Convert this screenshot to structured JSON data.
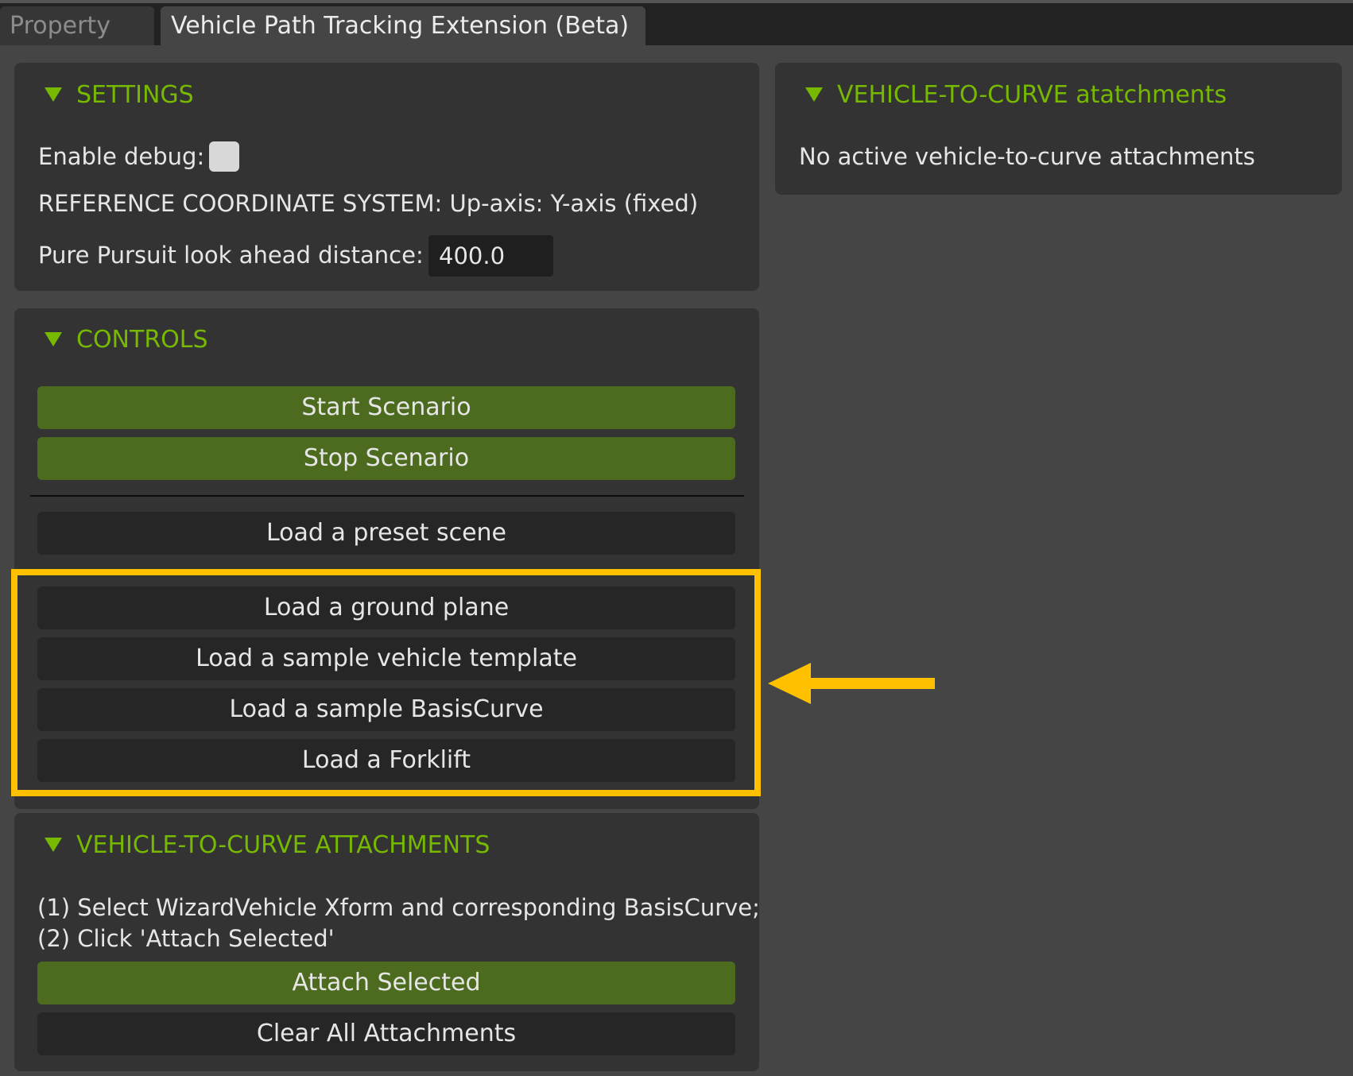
{
  "tabs": {
    "property": "Property",
    "vehicle_path": "Vehicle Path Tracking Extension (Beta)"
  },
  "settings": {
    "title": "SETTINGS",
    "enable_debug_label": "Enable debug:",
    "enable_debug_checked": false,
    "ref_coord_text": "REFERENCE COORDINATE SYSTEM: Up-axis: Y-axis (fixed)",
    "lookahead_label": "Pure Pursuit look ahead distance:",
    "lookahead_value": "400.0"
  },
  "controls": {
    "title": "CONTROLS",
    "start_label": "Start Scenario",
    "stop_label": "Stop Scenario",
    "preset_label": "Load a preset scene",
    "ground_plane_label": "Load a ground plane",
    "vehicle_template_label": "Load a sample vehicle template",
    "basis_curve_label": "Load a sample BasisCurve",
    "forklift_label": "Load a Forklift"
  },
  "attachments": {
    "title": "VEHICLE-TO-CURVE ATTACHMENTS",
    "instruction_line1": "(1) Select WizardVehicle Xform and corresponding BasisCurve;",
    "instruction_line2": "(2) Click 'Attach Selected'",
    "attach_label": "Attach Selected",
    "clear_label": "Clear All Attachments"
  },
  "right_panel": {
    "title": "VEHICLE-TO-CURVE atatchments",
    "status_text": "No active vehicle-to-curve attachments"
  },
  "colors": {
    "accent_green": "#76b900",
    "button_green": "#4c6b1f",
    "highlight_yellow": "#ffc000"
  }
}
